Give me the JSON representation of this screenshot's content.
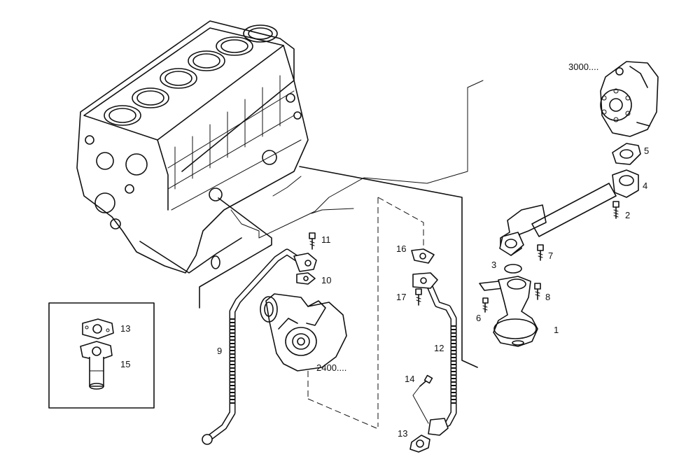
{
  "diagram": {
    "callouts": [
      {
        "id": "c-3000",
        "text": "3000...."
      },
      {
        "id": "c-5",
        "text": "5"
      },
      {
        "id": "c-4",
        "text": "4"
      },
      {
        "id": "c-2",
        "text": "2"
      },
      {
        "id": "c-7",
        "text": "7"
      },
      {
        "id": "c-3",
        "text": "3"
      },
      {
        "id": "c-8",
        "text": "8"
      },
      {
        "id": "c-6",
        "text": "6"
      },
      {
        "id": "c-1",
        "text": "1"
      },
      {
        "id": "c-11",
        "text": "11"
      },
      {
        "id": "c-10",
        "text": "10"
      },
      {
        "id": "c-16",
        "text": "16"
      },
      {
        "id": "c-17",
        "text": "17"
      },
      {
        "id": "c-9",
        "text": "9"
      },
      {
        "id": "c-2400",
        "text": "2400...."
      },
      {
        "id": "c-12",
        "text": "12"
      },
      {
        "id": "c-14",
        "text": "14"
      },
      {
        "id": "c-13b",
        "text": "13"
      },
      {
        "id": "c-13a",
        "text": "13"
      },
      {
        "id": "c-15",
        "text": "15"
      }
    ]
  }
}
